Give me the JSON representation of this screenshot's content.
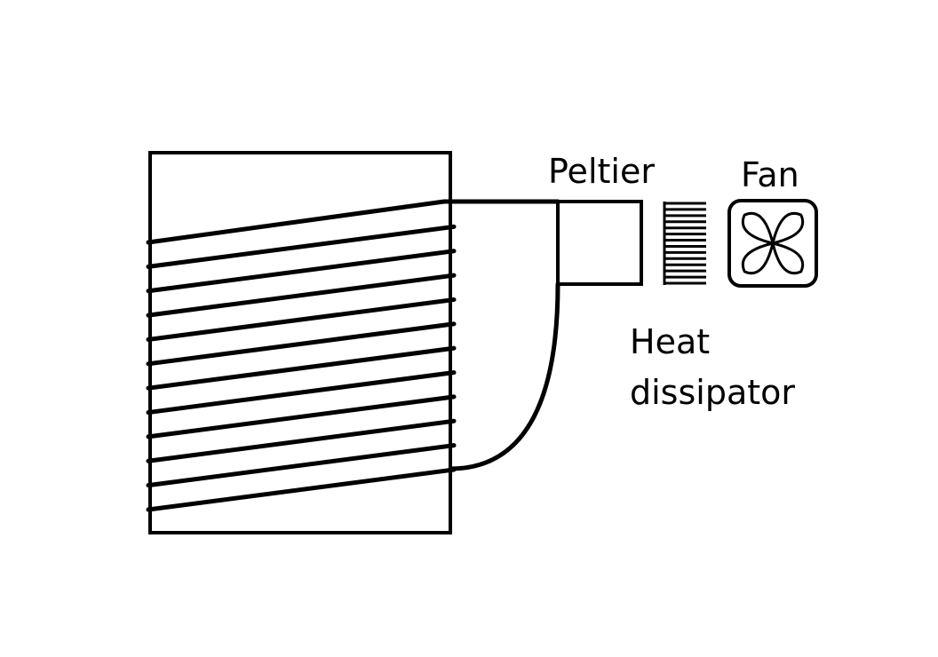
{
  "labels": {
    "peltier": "Peltier",
    "fan": "Fan",
    "heat_dissipator_line1": "Heat",
    "heat_dissipator_line2": "dissipator"
  },
  "colors": {
    "stroke": "#000000",
    "background": "#ffffff"
  },
  "components": {
    "coil_turns": 12,
    "dissipator_fins": 14,
    "fan_blades": 4
  }
}
